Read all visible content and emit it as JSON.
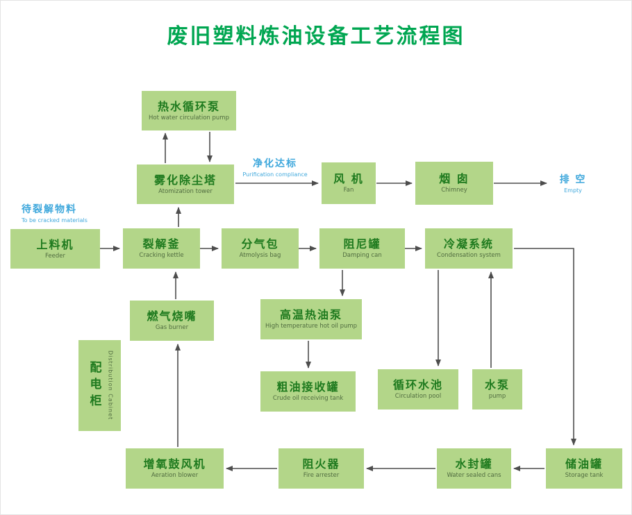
{
  "title": "废旧塑料炼油设备工艺流程图",
  "nodes": {
    "hot_water_pump": {
      "zh": "热水循环泵",
      "en": "Hot water circulation pump"
    },
    "atomization_tower": {
      "zh": "雾化除尘塔",
      "en": "Atomization tower"
    },
    "fan": {
      "zh": "风 机",
      "en": "Fan"
    },
    "chimney": {
      "zh": "烟 囱",
      "en": "Chimney"
    },
    "feeder": {
      "zh": "上料机",
      "en": "Feeder"
    },
    "cracking_kettle": {
      "zh": "裂解釜",
      "en": "Cracking kettle"
    },
    "atmolysis_bag": {
      "zh": "分气包",
      "en": "Atmolysis bag"
    },
    "damping_can": {
      "zh": "阻尼罐",
      "en": "Damping can"
    },
    "condensation_system": {
      "zh": "冷凝系统",
      "en": "Condensation system"
    },
    "gas_burner": {
      "zh": "燃气烧嘴",
      "en": "Gas burner"
    },
    "hot_oil_pump": {
      "zh": "高温热油泵",
      "en": "High temperature hot oil pump"
    },
    "distribution_cabinet": {
      "zh": "配电柜",
      "en": "Distribution Cabinet"
    },
    "crude_oil_tank": {
      "zh": "粗油接收罐",
      "en": "Crude oil receiving tank"
    },
    "circulation_pool": {
      "zh": "循环水池",
      "en": "Circulation pool"
    },
    "water_pump": {
      "zh": "水泵",
      "en": "pump"
    },
    "aeration_blower": {
      "zh": "增氧鼓风机",
      "en": "Aeration blower"
    },
    "fire_arrester": {
      "zh": "阻火器",
      "en": "Fire arrester"
    },
    "water_sealed_can": {
      "zh": "水封罐",
      "en": "Water sealed cans"
    },
    "storage_tank": {
      "zh": "储油罐",
      "en": "Storage tank"
    }
  },
  "annotations": {
    "to_be_cracked": {
      "zh": "待裂解物料",
      "en": "To be cracked materials"
    },
    "purification": {
      "zh": "净化达标",
      "en": "Purification compliance"
    },
    "empty": {
      "zh": "排 空",
      "en": "Empty"
    }
  },
  "colors": {
    "title_green": "#00a651",
    "node_fill": "#b3d689",
    "node_text": "#1e7a1e",
    "node_subtext": "#4f6b3f",
    "annotation_blue": "#3fa8dc",
    "arrow": "#4d4d4d"
  }
}
